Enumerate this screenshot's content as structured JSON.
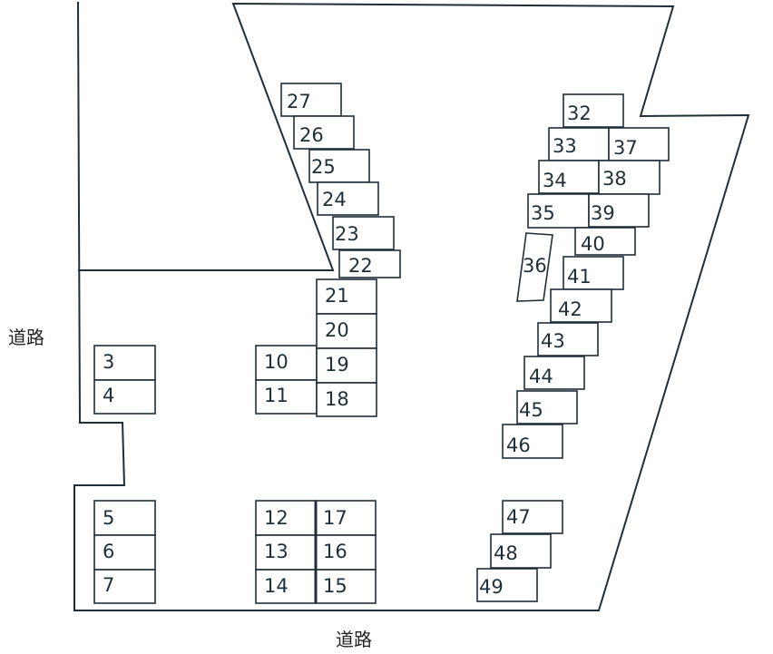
{
  "roads": {
    "left": "道路",
    "bottom": "道路"
  },
  "colors": {
    "line": "#1f2f3a",
    "background": "#ffffff"
  },
  "slots": {
    "s3": "3",
    "s4": "4",
    "s5": "5",
    "s6": "6",
    "s7": "7",
    "s10": "10",
    "s11": "11",
    "s12": "12",
    "s13": "13",
    "s14": "14",
    "s15": "15",
    "s16": "16",
    "s17": "17",
    "s18": "18",
    "s19": "19",
    "s20": "20",
    "s21": "21",
    "s22": "22",
    "s23": "23",
    "s24": "24",
    "s25": "25",
    "s26": "26",
    "s27": "27",
    "s32": "32",
    "s33": "33",
    "s34": "34",
    "s35": "35",
    "s36": "36",
    "s37": "37",
    "s38": "38",
    "s39": "39",
    "s40": "40",
    "s41": "41",
    "s42": "42",
    "s43": "43",
    "s44": "44",
    "s45": "45",
    "s46": "46",
    "s47": "47",
    "s48": "48",
    "s49": "49"
  }
}
